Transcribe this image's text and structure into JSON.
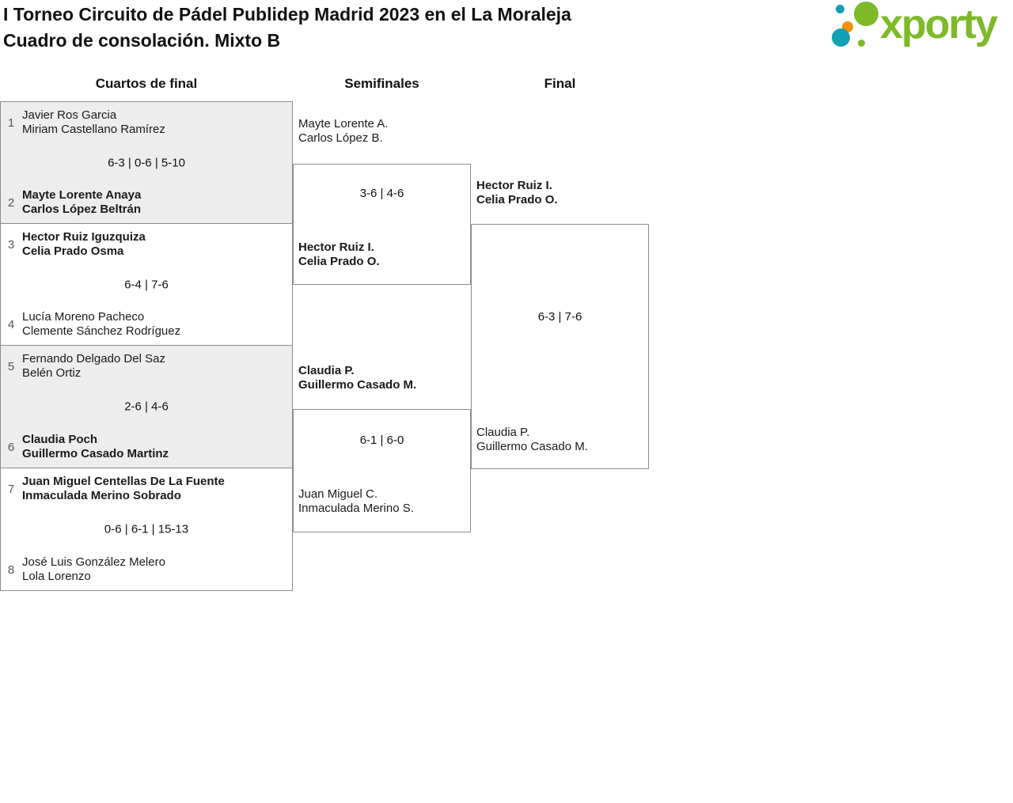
{
  "header": {
    "title_line1": "I Torneo Circuito de Pádel Publidep Madrid 2023 en el La Moraleja",
    "title_line2": "Cuadro de consolación. Mixto B"
  },
  "brand": {
    "logo_text": "xporty",
    "colors": {
      "brand-green": "#7DB928",
      "brand-teal": "#12A0B4",
      "brand-orange": "#F39200",
      "line-gray": "#8C8C8C",
      "shaded-bg": "#EDEDED"
    }
  },
  "rounds": {
    "quarterfinals_label": "Cuartos de final",
    "semifinals_label": "Semifinales",
    "final_label": "Final"
  },
  "quarterfinals": [
    {
      "seed_top": "1",
      "team_top": {
        "line1": "Javier Ros Garcia",
        "line2": "Miriam Castellano Ramírez",
        "winner": false
      },
      "score": "6-3 | 0-6 | 5-10",
      "seed_bottom": "2",
      "team_bottom": {
        "line1": "Mayte Lorente Anaya",
        "line2": "Carlos López Beltrán",
        "winner": true
      }
    },
    {
      "seed_top": "3",
      "team_top": {
        "line1": "Hector Ruiz Iguzquiza",
        "line2": "Celia Prado Osma",
        "winner": true
      },
      "score": "6-4 | 7-6",
      "seed_bottom": "4",
      "team_bottom": {
        "line1": "Lucía Moreno Pacheco",
        "line2": "Clemente Sánchez Rodríguez",
        "winner": false
      }
    },
    {
      "seed_top": "5",
      "team_top": {
        "line1": "Fernando Delgado Del Saz",
        "line2": "Belén Ortiz",
        "winner": false
      },
      "score": "2-6 | 4-6",
      "seed_bottom": "6",
      "team_bottom": {
        "line1": "Claudia Poch",
        "line2": "Guillermo Casado Martinz",
        "winner": true
      }
    },
    {
      "seed_top": "7",
      "team_top": {
        "line1": "Juan Miguel Centellas De La Fuente",
        "line2": "Inmaculada Merino Sobrado",
        "winner": true
      },
      "score": "0-6 | 6-1 | 15-13",
      "seed_bottom": "8",
      "team_bottom": {
        "line1": "José Luis González Melero",
        "line2": "Lola Lorenzo",
        "winner": false
      }
    }
  ],
  "semifinals": [
    {
      "team_top": {
        "line1": "Mayte Lorente A.",
        "line2": "Carlos López B.",
        "winner": false
      },
      "score": "3-6 | 4-6",
      "team_bottom": {
        "line1": "Hector Ruiz I.",
        "line2": "Celia Prado O.",
        "winner": true
      }
    },
    {
      "team_top": {
        "line1": "Claudia P.",
        "line2": "Guillermo Casado M.",
        "winner": true
      },
      "score": "6-1 | 6-0",
      "team_bottom": {
        "line1": "Juan Miguel C.",
        "line2": "Inmaculada Merino S.",
        "winner": false
      }
    }
  ],
  "final": {
    "team_top": {
      "line1": "Hector Ruiz I.",
      "line2": "Celia Prado O.",
      "winner": true
    },
    "score": "6-3 | 7-6",
    "team_bottom": {
      "line1": "Claudia P.",
      "line2": "Guillermo Casado M.",
      "winner": false
    }
  }
}
